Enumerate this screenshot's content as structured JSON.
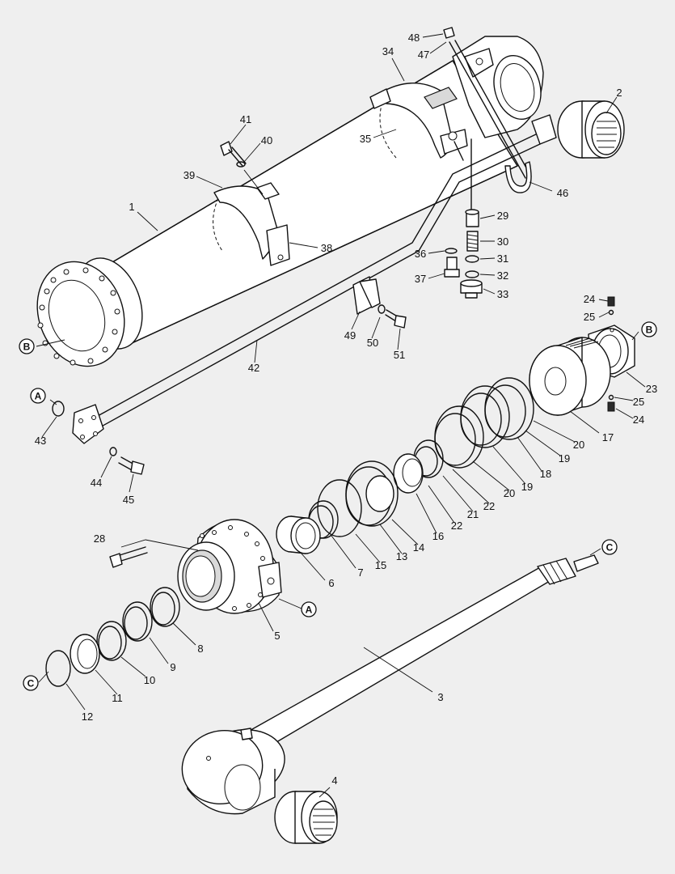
{
  "callouts": [
    {
      "id": "l1",
      "text": "1"
    },
    {
      "id": "l2",
      "text": "2"
    },
    {
      "id": "l3",
      "text": "3"
    },
    {
      "id": "l4",
      "text": "4"
    },
    {
      "id": "l5",
      "text": "5"
    },
    {
      "id": "l6",
      "text": "6"
    },
    {
      "id": "l7",
      "text": "7"
    },
    {
      "id": "l8",
      "text": "8"
    },
    {
      "id": "l9",
      "text": "9"
    },
    {
      "id": "l10",
      "text": "10"
    },
    {
      "id": "l11",
      "text": "11"
    },
    {
      "id": "l12",
      "text": "12"
    },
    {
      "id": "l13",
      "text": "13"
    },
    {
      "id": "l14",
      "text": "14"
    },
    {
      "id": "l15",
      "text": "15"
    },
    {
      "id": "l16",
      "text": "16"
    },
    {
      "id": "l17",
      "text": "17"
    },
    {
      "id": "l18",
      "text": "18"
    },
    {
      "id": "l19a",
      "text": "19"
    },
    {
      "id": "l19b",
      "text": "19"
    },
    {
      "id": "l20a",
      "text": "20"
    },
    {
      "id": "l20b",
      "text": "20"
    },
    {
      "id": "l21",
      "text": "21"
    },
    {
      "id": "l22a",
      "text": "22"
    },
    {
      "id": "l22b",
      "text": "22"
    },
    {
      "id": "l23",
      "text": "23"
    },
    {
      "id": "l24a",
      "text": "24"
    },
    {
      "id": "l24b",
      "text": "24"
    },
    {
      "id": "l25a",
      "text": "25"
    },
    {
      "id": "l25b",
      "text": "25"
    },
    {
      "id": "l28",
      "text": "28"
    },
    {
      "id": "l29",
      "text": "29"
    },
    {
      "id": "l30",
      "text": "30"
    },
    {
      "id": "l31",
      "text": "31"
    },
    {
      "id": "l32",
      "text": "32"
    },
    {
      "id": "l33",
      "text": "33"
    },
    {
      "id": "l34",
      "text": "34"
    },
    {
      "id": "l35",
      "text": "35"
    },
    {
      "id": "l36",
      "text": "36"
    },
    {
      "id": "l37",
      "text": "37"
    },
    {
      "id": "l38",
      "text": "38"
    },
    {
      "id": "l39",
      "text": "39"
    },
    {
      "id": "l40",
      "text": "40"
    },
    {
      "id": "l41",
      "text": "41"
    },
    {
      "id": "l42",
      "text": "42"
    },
    {
      "id": "l43",
      "text": "43"
    },
    {
      "id": "l44",
      "text": "44"
    },
    {
      "id": "l45",
      "text": "45"
    },
    {
      "id": "l46",
      "text": "46"
    },
    {
      "id": "l47",
      "text": "47"
    },
    {
      "id": "l48",
      "text": "48"
    },
    {
      "id": "l49",
      "text": "49"
    },
    {
      "id": "l50",
      "text": "50"
    },
    {
      "id": "l51",
      "text": "51"
    }
  ],
  "reference_markers": [
    {
      "id": "mA1",
      "text": "A"
    },
    {
      "id": "mA2",
      "text": "A"
    },
    {
      "id": "mB1",
      "text": "B"
    },
    {
      "id": "mB2",
      "text": "B"
    },
    {
      "id": "mC1",
      "text": "C"
    },
    {
      "id": "mC2",
      "text": "C"
    }
  ]
}
